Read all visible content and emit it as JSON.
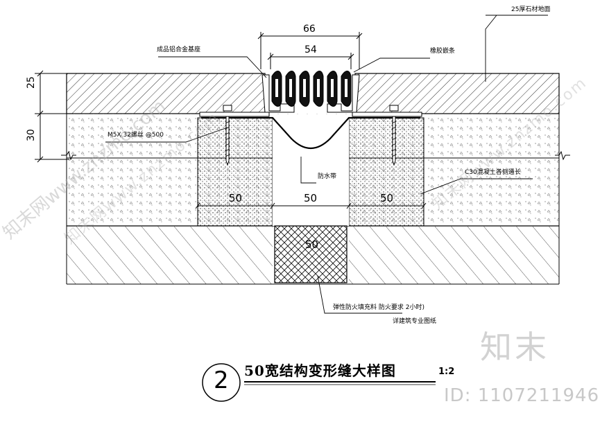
{
  "dims": {
    "top_outer": "66",
    "top_inner": "54",
    "left_25": "25",
    "left_30": "30",
    "base_left": "50",
    "base_mid": "50",
    "base_right": "50",
    "filler": "50"
  },
  "labels": {
    "alloy_base": "成品铝合金基座",
    "rubber_strip": "橡胶嵌条",
    "stone_floor": "25厚石材地面",
    "bolt": "M5X 32螺丝 @500",
    "waterproof": "防水带",
    "concrete": "C30混凝土各侧通长",
    "fire_filler": "弹性防火填充料  防火要求          2小时)",
    "see_spec": "详建筑专业图纸"
  },
  "title": {
    "number": "2",
    "text": "50宽结构变形缝大样图",
    "scale": "1:2"
  },
  "watermark": {
    "brand": "知末",
    "id": "ID: 1107211946",
    "diag": "知末网www.znzmo.com"
  }
}
